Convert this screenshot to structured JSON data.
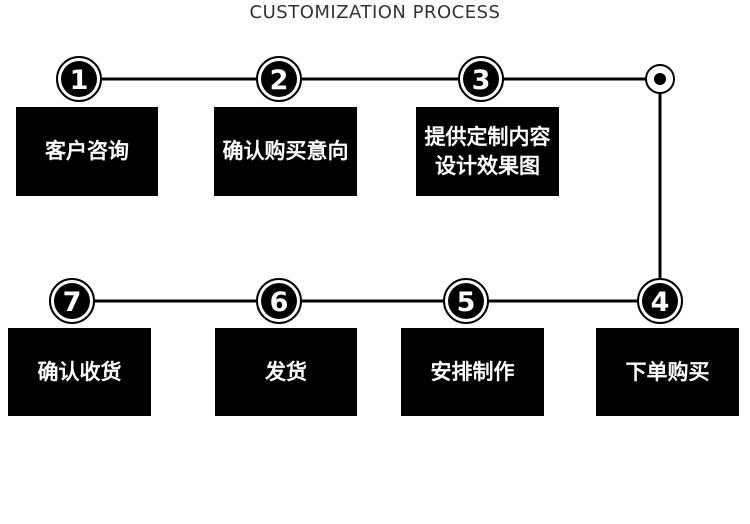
{
  "title": "CUSTOMIZATION PROCESS",
  "steps": [
    {
      "number": "1",
      "lines": [
        "客户咨询"
      ]
    },
    {
      "number": "2",
      "lines": [
        "确认购买意向"
      ]
    },
    {
      "number": "3",
      "lines": [
        "提供定制内容",
        "设计效果图"
      ]
    },
    {
      "number": "4",
      "lines": [
        "下单购买"
      ]
    },
    {
      "number": "5",
      "lines": [
        "安排制作"
      ]
    },
    {
      "number": "6",
      "lines": [
        "发货"
      ]
    },
    {
      "number": "7",
      "lines": [
        "确认收货"
      ]
    }
  ]
}
